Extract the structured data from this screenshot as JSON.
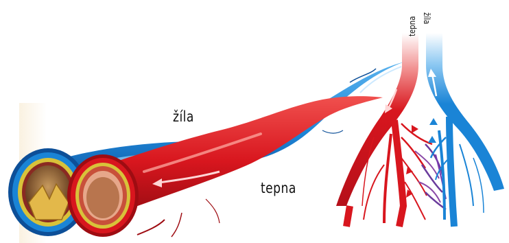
{
  "labels": {
    "vein": "žíla",
    "artery": "tepna",
    "artery_vertical": "tepna",
    "vein_vertical": "žíla"
  },
  "colors": {
    "artery": "#d8161e",
    "artery_dark": "#9e0c12",
    "vein": "#1a84d6",
    "vein_dark": "#0d4f98",
    "capillary": "#6a3b9c",
    "wall_yellow": "#d8c23a",
    "lumen": "#7a4a2a"
  }
}
